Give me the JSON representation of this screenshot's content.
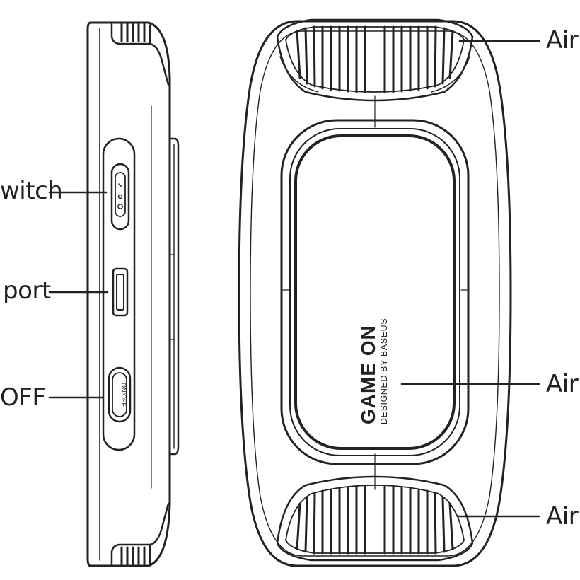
{
  "labels": {
    "switch": "witch",
    "port": "port",
    "onoff": "OFF",
    "air_top": "Air c",
    "air_middle": "Air i",
    "air_bottom": "Air c"
  },
  "device": {
    "brand_title": "GAME ON",
    "brand_subtitle": "DESIGNED BY BASEUS",
    "button_text": "ON/OFF"
  }
}
